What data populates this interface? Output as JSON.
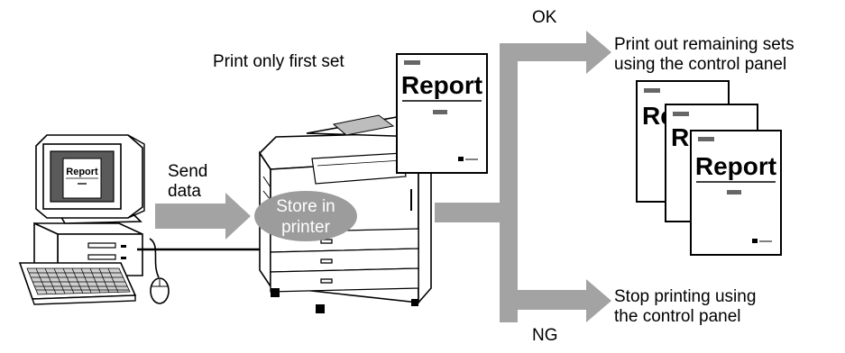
{
  "labels": {
    "print_first": "Print only first set",
    "send_line1": "Send",
    "send_line2": "data",
    "store_line1": "Store in",
    "store_line2": "printer",
    "ok": "OK",
    "ng": "NG",
    "remaining_line1": "Print out remaining sets",
    "remaining_line2": "using the control panel",
    "stop_line1": "Stop printing using",
    "stop_line2": "the control panel"
  },
  "documents": {
    "report_title": "Report",
    "stack_back_partial": "Re",
    "stack_middle_partial": "Re"
  },
  "monitor": {
    "screen_title": "Report"
  },
  "colors": {
    "arrow": "#a3a3a3",
    "ellipse": "#9c9c9c",
    "outline": "#000000"
  }
}
